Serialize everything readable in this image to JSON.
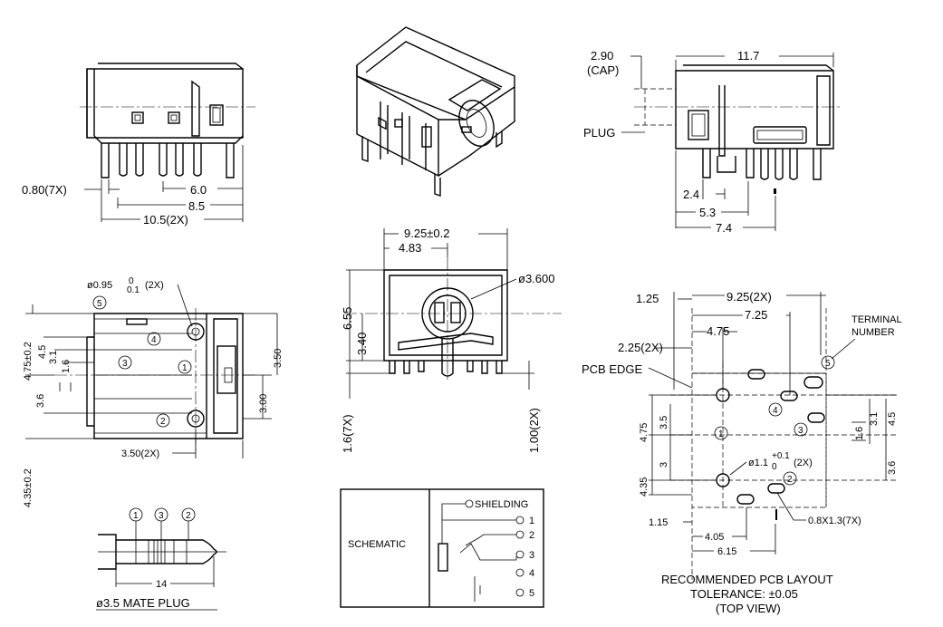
{
  "front_view": {
    "dim_pin_width": "0.80(7X)",
    "dim_6_0": "6.0",
    "dim_8_5": "8.5",
    "dim_10_5": "10.5(2X)"
  },
  "side_view": {
    "dim_cap_1": "2.90",
    "dim_cap_2": "(CAP)",
    "dim_11_7": "11.7",
    "label_plug": "PLUG",
    "dim_2_4": "2.4",
    "dim_5_3": "5.3",
    "dim_7_4": "7.4"
  },
  "top_view": {
    "dim_hole": "ø0.95",
    "dim_hole_tol_top": "0",
    "dim_hole_tol_bot": "0.1",
    "dim_hole_qty": "(2X)",
    "dim_4_75": "4.75±0.2",
    "dim_4_5": "4.5",
    "dim_3_1": "3.1",
    "dim_1_6": "1.6",
    "dim_3_6": "3.6",
    "dim_4_35": "4.35±0.2",
    "dim_3_50_right": "3.50",
    "dim_3_00": "3.00",
    "dim_3_50_bottom": "3.50(2X)",
    "pins": [
      "5",
      "4",
      "3",
      "1",
      "2"
    ]
  },
  "end_view": {
    "dim_9_25": "9.25±0.2",
    "dim_4_83": "4.83",
    "dim_3_600": "ø3.600",
    "dim_6_55": "6.55",
    "dim_3_40": "3.40",
    "dim_1_6_7x": "1.6(7X)",
    "dim_1_00_2x": "1.00(2X)"
  },
  "pcb_layout": {
    "dim_1_25": "1.25",
    "dim_9_25_2x": "9.25(2X)",
    "dim_7_25": "7.25",
    "dim_4_75": "4.75",
    "dim_2_25_2x": "2.25(2X)",
    "label_terminal_1": "TERMINAL",
    "label_terminal_2": "NUMBER",
    "label_pcb_edge": "PCB EDGE",
    "dim_v_4_75": "4.75",
    "dim_v_3_5": "3.5",
    "dim_v_4_35": "4.35",
    "dim_v_3": "3",
    "dim_r_1_6": "1.6",
    "dim_r_3_1": "3.1",
    "dim_r_4_5": "4.5",
    "dim_r_3_6": "3.6",
    "dim_hole": "ø1.1",
    "dim_hole_tol_top": "+0.1",
    "dim_hole_tol_bot": "0",
    "dim_hole_qty": "(2X)",
    "dim_slot": "0.8X1.3(7X)",
    "dim_1_15": "1.15",
    "dim_4_05": "4.05",
    "dim_6_15": "6.15",
    "caption_1": "RECOMMENDED PCB LAYOUT",
    "caption_2": "TOLERANCE: ±0.05",
    "caption_3": "(TOP VIEW)",
    "pins": [
      "5",
      "4",
      "3",
      "1",
      "2"
    ]
  },
  "mate_plug": {
    "pins": [
      "1",
      "3",
      "2"
    ],
    "dim_14": "14",
    "caption": "ø3.5 MATE PLUG"
  },
  "schematic": {
    "label": "SCHEMATIC",
    "shielding": "SHIELDING",
    "terminals": [
      "1",
      "2",
      "3",
      "4",
      "5"
    ]
  }
}
